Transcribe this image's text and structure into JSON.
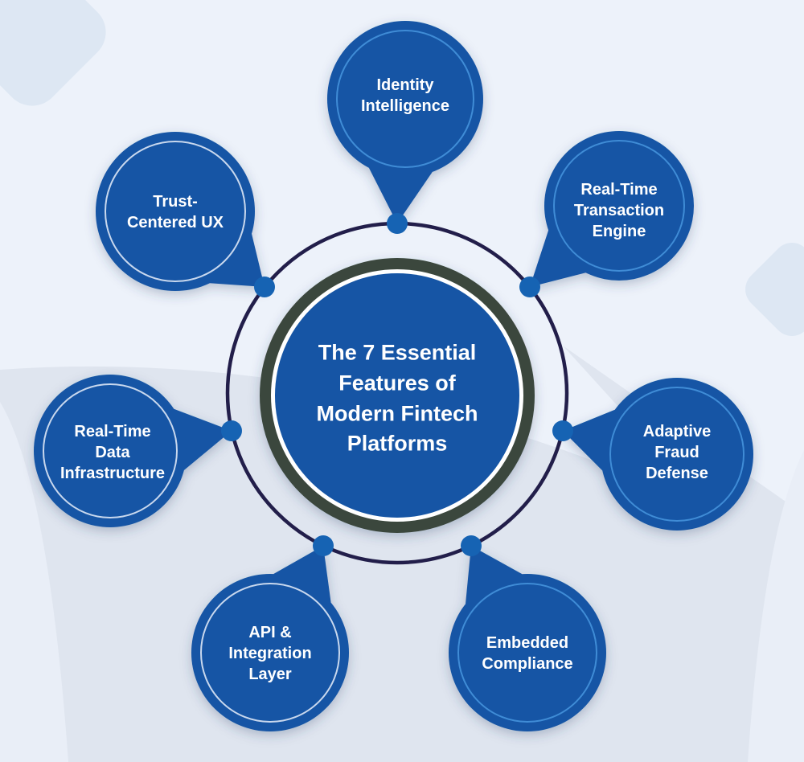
{
  "title": "The 7 Essential Features of Modern Fintech Platforms",
  "center": {
    "label": "The 7 Essential\nFeatures of\nModern Fintech\nPlatforms"
  },
  "bubbles": [
    {
      "id": "identity-intelligence",
      "label": "Identity\nIntelligence",
      "position": "top"
    },
    {
      "id": "real-time-transaction-engine",
      "label": "Real-Time\nTransaction\nEngine",
      "position": "top-right"
    },
    {
      "id": "adaptive-fraud-defense",
      "label": "Adaptive\nFraud\nDefense",
      "position": "right"
    },
    {
      "id": "embedded-compliance",
      "label": "Embedded\nCompliance",
      "position": "bottom-right"
    },
    {
      "id": "api-integration-layer",
      "label": "API &\nIntegration\nLayer",
      "position": "bottom-left"
    },
    {
      "id": "real-time-data-infrastructure",
      "label": "Real-Time\nData\nInfrastructure",
      "position": "left"
    },
    {
      "id": "trust-centered-ux",
      "label": "Trust-\nCentered UX",
      "position": "top-left"
    }
  ],
  "colors": {
    "background": "#edf2fa",
    "background_shade": "#dfe5ef",
    "background_deco": "#dde7f3",
    "background_light": "#e9eef7",
    "bubble_blue": "#1355a5",
    "dot_blue": "#1663b3",
    "orbit_ring": "#221e4a",
    "center_ring": "#3a473c",
    "center_ring_inner": "#ffffff",
    "inner_ring_light_blue": "#3f8cd6",
    "inner_ring_light": "#c9d8ee",
    "label_text": "#ffffff"
  }
}
